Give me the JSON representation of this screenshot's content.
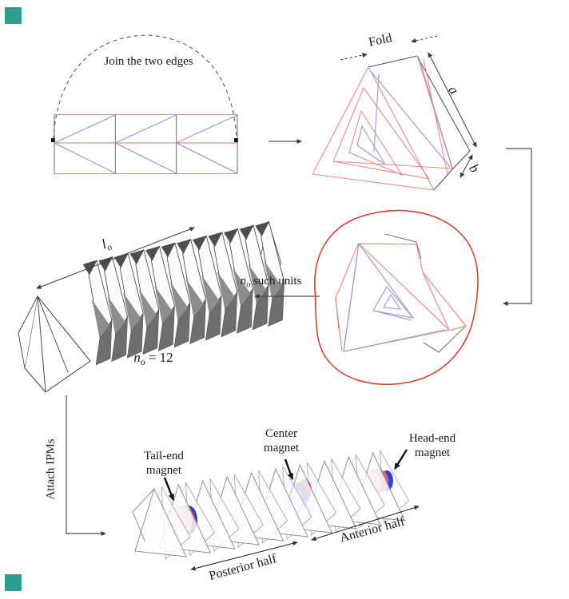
{
  "palette": {
    "crease_red": "#e98b8b",
    "crease_blue": "#9595da",
    "outline": "#4a4a4a",
    "circle_red": "#e43226",
    "corner_marker": "#2f9e8f",
    "magnet_pink": "#f3a9b0",
    "magnet_blue": "#2a30c8",
    "magnet_red": "#c43030"
  },
  "step_pattern": {
    "caption": "Join the two edges",
    "panels": 3
  },
  "step_fold": {
    "label": "Fold",
    "dim_a": "a",
    "dim_b": "b"
  },
  "step_unit": {
    "n": "n",
    "n_sub": "o",
    "rest": " such units"
  },
  "step_stack": {
    "l": "l",
    "l_sub": "o",
    "n": "n",
    "n_sub": "o",
    "n_value": " = 12",
    "pleats": 12
  },
  "step_robot": {
    "attach": "Attach IPMs",
    "tail": [
      "Tail-end",
      "magnet"
    ],
    "center": [
      "Center",
      "magnet"
    ],
    "head": [
      "Head-end",
      "magnet"
    ],
    "posterior": "Posterior half",
    "anterior": "Anterior half",
    "units": 10
  }
}
